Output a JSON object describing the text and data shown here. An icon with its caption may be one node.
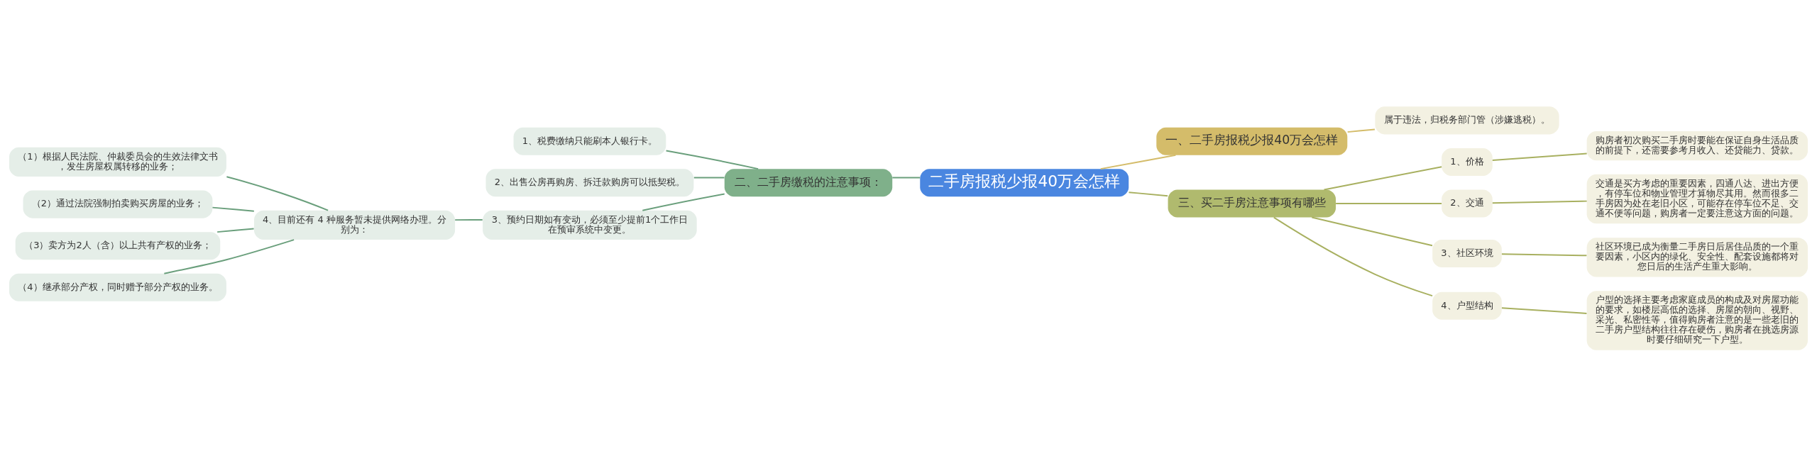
{
  "diagram": {
    "nodes": [
      {
        "text": [
          "二手房报税少报40万会怎样"
        ]
      },
      {
        "text": [
          "一、二手房报税少报40万会怎样"
        ]
      },
      {
        "text": [
          "属于违法，归税务部门管（涉嫌逃税）。"
        ]
      },
      {
        "text": [
          "二、二手房缴税的注意事项："
        ]
      },
      {
        "text": [
          "1、税费缴纳只能刷本人银行卡。"
        ]
      },
      {
        "text": [
          "2、出售公房再购房、拆迁款购房可以抵契税。"
        ]
      },
      {
        "text": [
          "3、预约日期如有变动，必须至少提前1个工作日在预审系统中变更。"
        ]
      },
      {
        "text": [
          "4、目前还有 4 种服务暂未提供网络办理。分别为："
        ]
      },
      {
        "text": [
          "（1）根据人民法院、仲裁委员会的生效法律文书，发生房屋权属转移的业务；"
        ]
      },
      {
        "text": [
          "（2）通过法院强制拍卖购买房屋的业务；"
        ]
      },
      {
        "text": [
          "（3）卖方为2人（含）以上共有产权的业务；"
        ]
      },
      {
        "text": [
          "（4）继承部分产权，同时赠予部分产权的业务。"
        ]
      },
      {
        "text": [
          "三、买二手房注意事项有哪些"
        ]
      },
      {
        "text": [
          "1、价格"
        ]
      },
      {
        "text": [
          "购房者初次购买二手房时要能在保证自身生活品质的前提下，还需要参考月收入、还贷能力、贷款。"
        ]
      },
      {
        "text": [
          "2、交通"
        ]
      },
      {
        "text": [
          "交通是买方考虑的重要因素，四通八达、进出方便，有停车位和物业管理才算物尽其用。然而很多二手房因为处在老旧小区，可能存在停车位不足、交通不便等问题，购房者一定要注意这方面的问题。"
        ]
      },
      {
        "text": [
          "3、社区环境"
        ]
      },
      {
        "text": [
          "社区环境已成为衡量二手房日后居住品质的一个重要因素，小区内的绿化、安全性、配套设施都将对您日后的生活产生重大影响。"
        ]
      },
      {
        "text": [
          "4、户型结构"
        ]
      },
      {
        "text": [
          "户型的选择主要考虑家庭成员的构成及对房屋功能的要求，如楼层高低的选择、房屋的朝向、视野、采光、私密性等，值得购房者注意的是一些老旧的二手房户型结构往往存在硬伤，购房者在挑选房源时要仔细研究一下户型。"
        ]
      }
    ],
    "edges": [
      {
        "from": 0,
        "to": 1,
        "arrow": "none",
        "color": "#d4bc6a"
      },
      {
        "from": 1,
        "to": 2,
        "arrow": "none",
        "color": "#d4bc6a"
      },
      {
        "from": 0,
        "to": 3,
        "arrow": "none",
        "color": "#6a9f7c"
      },
      {
        "from": 3,
        "to": 4,
        "arrow": "none",
        "color": "#6a9f7c"
      },
      {
        "from": 3,
        "to": 5,
        "arrow": "none",
        "color": "#6a9f7c"
      },
      {
        "from": 3,
        "to": 6,
        "arrow": "none",
        "color": "#6a9f7c"
      },
      {
        "from": 6,
        "to": 7,
        "arrow": "none",
        "color": "#6a9f7c"
      },
      {
        "from": 7,
        "to": 8,
        "arrow": "none",
        "color": "#6a9f7c"
      },
      {
        "from": 7,
        "to": 9,
        "arrow": "none",
        "color": "#6a9f7c"
      },
      {
        "from": 7,
        "to": 10,
        "arrow": "none",
        "color": "#6a9f7c"
      },
      {
        "from": 7,
        "to": 11,
        "arrow": "none",
        "color": "#6a9f7c"
      },
      {
        "from": 0,
        "to": 12,
        "arrow": "none",
        "color": "#a8b060"
      },
      {
        "from": 12,
        "to": 13,
        "arrow": "none",
        "color": "#a8b060"
      },
      {
        "from": 13,
        "to": 14,
        "arrow": "none",
        "color": "#a8b060"
      },
      {
        "from": 12,
        "to": 15,
        "arrow": "none",
        "color": "#a8b060"
      },
      {
        "from": 15,
        "to": 16,
        "arrow": "none",
        "color": "#a8b060"
      },
      {
        "from": 12,
        "to": 17,
        "arrow": "none",
        "color": "#a8b060"
      },
      {
        "from": 17,
        "to": 18,
        "arrow": "none",
        "color": "#a8b060"
      },
      {
        "from": 12,
        "to": 19,
        "arrow": "none",
        "color": "#a8b060"
      },
      {
        "from": 19,
        "to": 20,
        "arrow": "none",
        "color": "#a8b060"
      }
    ]
  }
}
